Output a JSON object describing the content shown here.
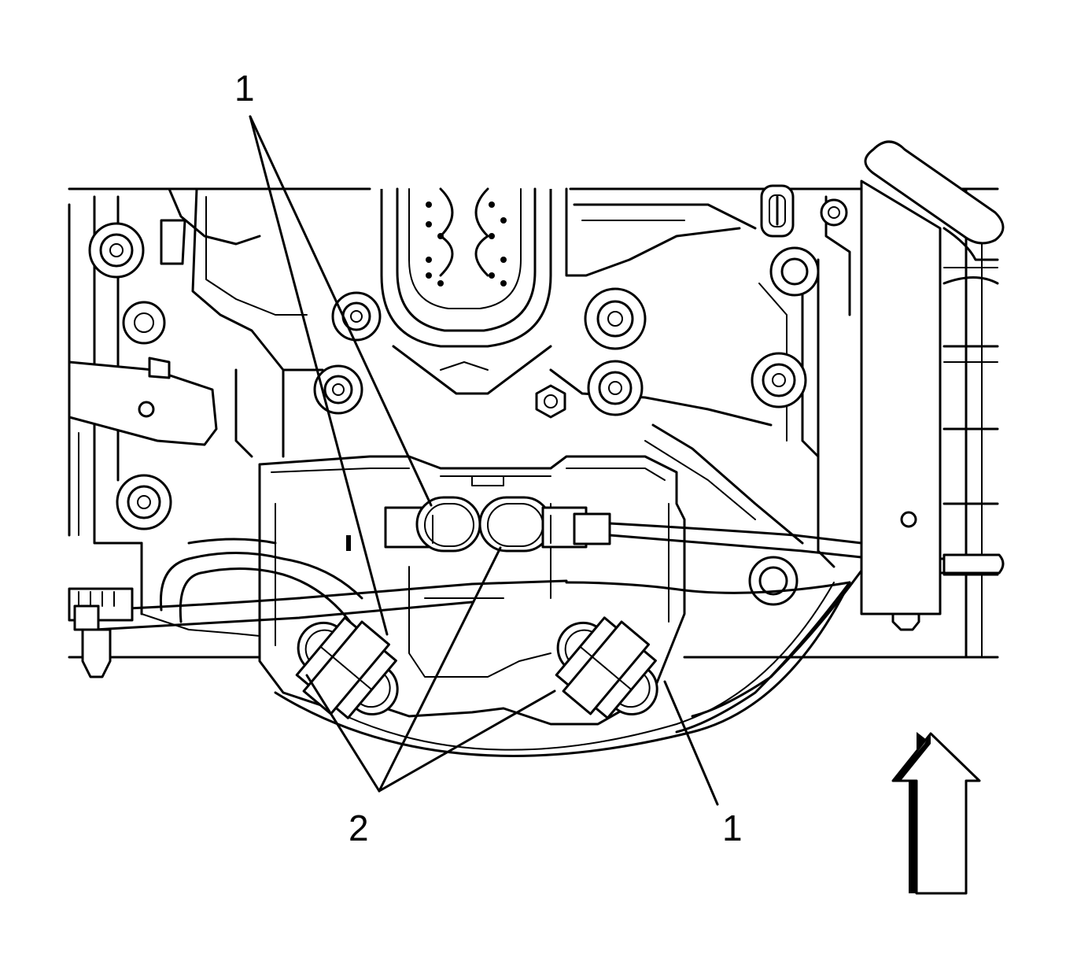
{
  "diagram": {
    "callouts": [
      {
        "id": "top-left",
        "label": "1"
      },
      {
        "id": "bottom-right",
        "label": "1"
      },
      {
        "id": "bottom-center",
        "label": "2"
      }
    ],
    "colors": {
      "ink": "#000000",
      "paper": "#ffffff"
    },
    "icons": [
      "direction-arrow-icon"
    ]
  }
}
